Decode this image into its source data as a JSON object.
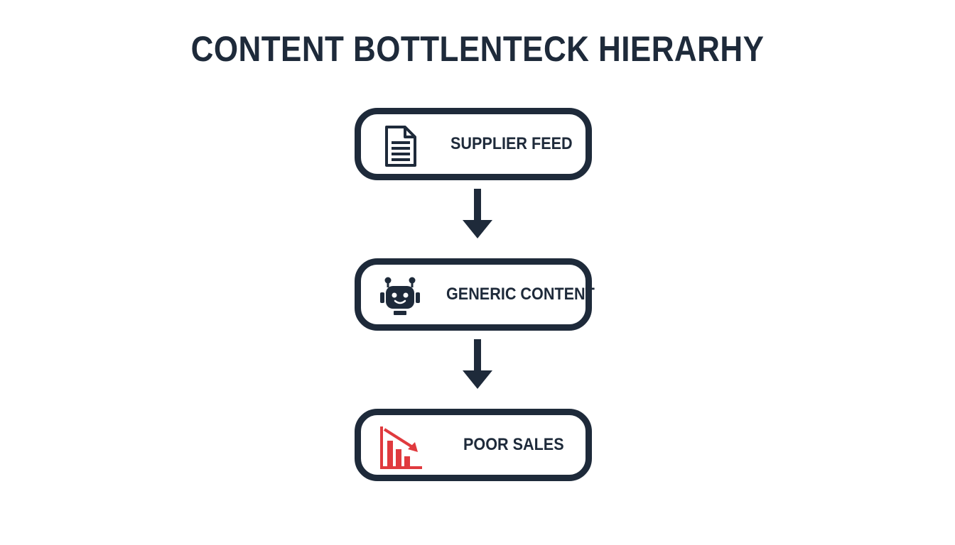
{
  "title": "CONTENT BOTTLENTECK HIERARHY",
  "nodes": [
    {
      "label": "SUPPLIER FEED",
      "icon": "document-icon"
    },
    {
      "label": "GENERIC CONTENT",
      "icon": "robot-icon"
    },
    {
      "label": "POOR SALES",
      "icon": "declining-chart-icon"
    }
  ],
  "colors": {
    "primary": "#1e2a3a",
    "alert": "#e03a3e",
    "background": "#ffffff"
  }
}
